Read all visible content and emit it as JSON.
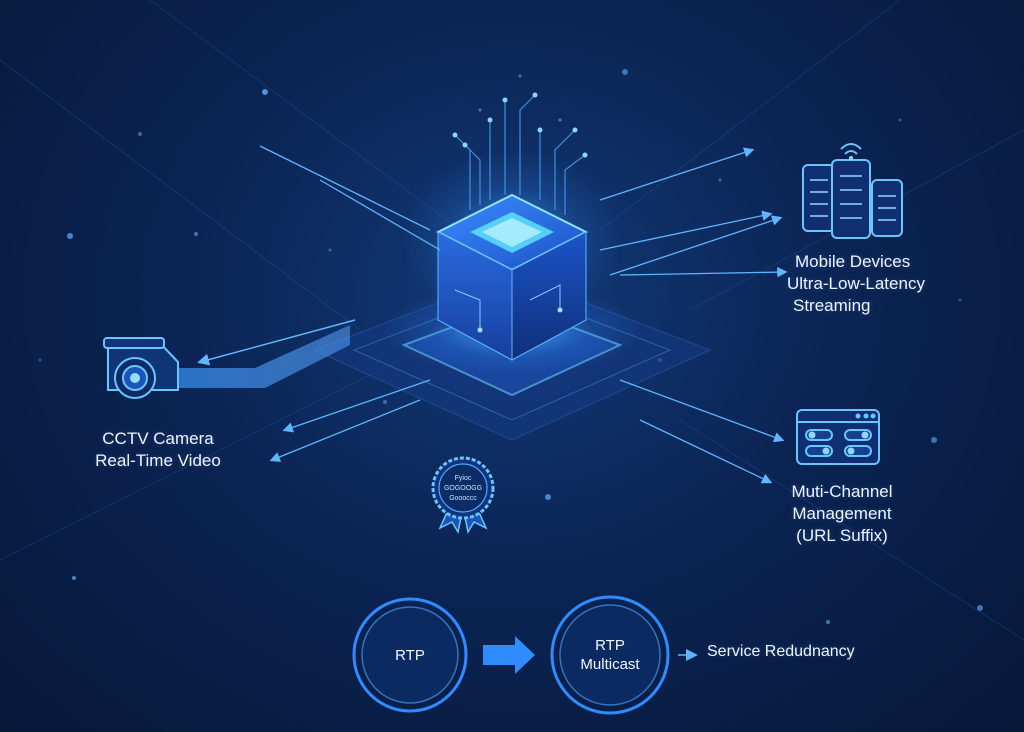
{
  "nodes": {
    "camera": {
      "line1": "CCTV Camera",
      "line2": "Real-Time Video"
    },
    "mobile": {
      "line1": "Mobile Devices",
      "line2": "Ultra-Low-Latency",
      "line3": "Streaming"
    },
    "channel": {
      "line1": "Muti-Channel",
      "line2": "Management",
      "line3": "(URL Suffix)"
    }
  },
  "badge": {
    "line1": "Fyioc",
    "line2": "GOGOOGG",
    "line3": "Goooccc"
  },
  "protocols": {
    "rtp": "RTP",
    "multicast_line1": "RTP",
    "multicast_line2": "Multicast",
    "redundancy": "Service Redudnancy"
  },
  "colors": {
    "background": "#0b2454",
    "accent": "#3fb8ff",
    "cube": "#1f63d8",
    "cube_glow": "#5ee0ff",
    "line": "#4fa8ff"
  }
}
